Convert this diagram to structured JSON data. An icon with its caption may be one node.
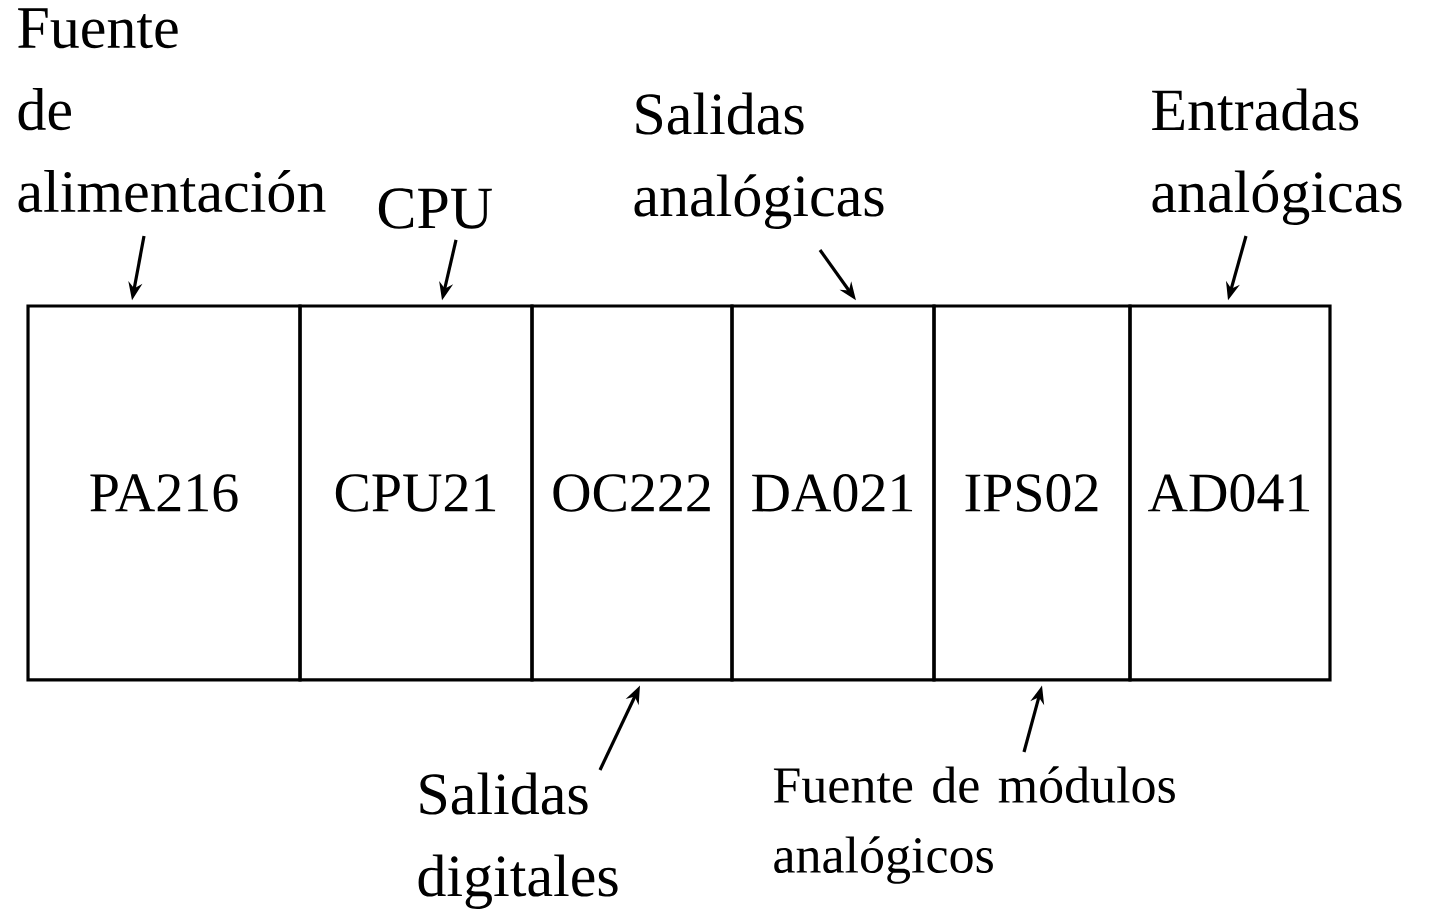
{
  "diagram": {
    "nodes": [
      {
        "text": [
          "PA216"
        ]
      },
      {
        "text": [
          "CPU21"
        ]
      },
      {
        "text": [
          "OC222"
        ]
      },
      {
        "text": [
          "DA021"
        ]
      },
      {
        "text": [
          "IPS02"
        ]
      },
      {
        "text": [
          "AD041"
        ]
      },
      {
        "text": [
          "Fuente de alimentación"
        ]
      },
      {
        "text": [
          "CPU"
        ]
      },
      {
        "text": [
          "Salidas analógicas"
        ]
      },
      {
        "text": [
          "Entradas analógicas"
        ]
      },
      {
        "text": [
          "Salidas digitales"
        ]
      },
      {
        "text": [
          "Fuente de módulos analógicos"
        ]
      }
    ],
    "edges": [
      {
        "from": 6,
        "to": 0,
        "arrow": "to"
      },
      {
        "from": 7,
        "to": 1,
        "arrow": "to"
      },
      {
        "from": 8,
        "to": 3,
        "arrow": "to"
      },
      {
        "from": 9,
        "to": 5,
        "arrow": "to"
      },
      {
        "from": 10,
        "to": 2,
        "arrow": "to"
      },
      {
        "from": 11,
        "to": 4,
        "arrow": "to"
      }
    ]
  }
}
